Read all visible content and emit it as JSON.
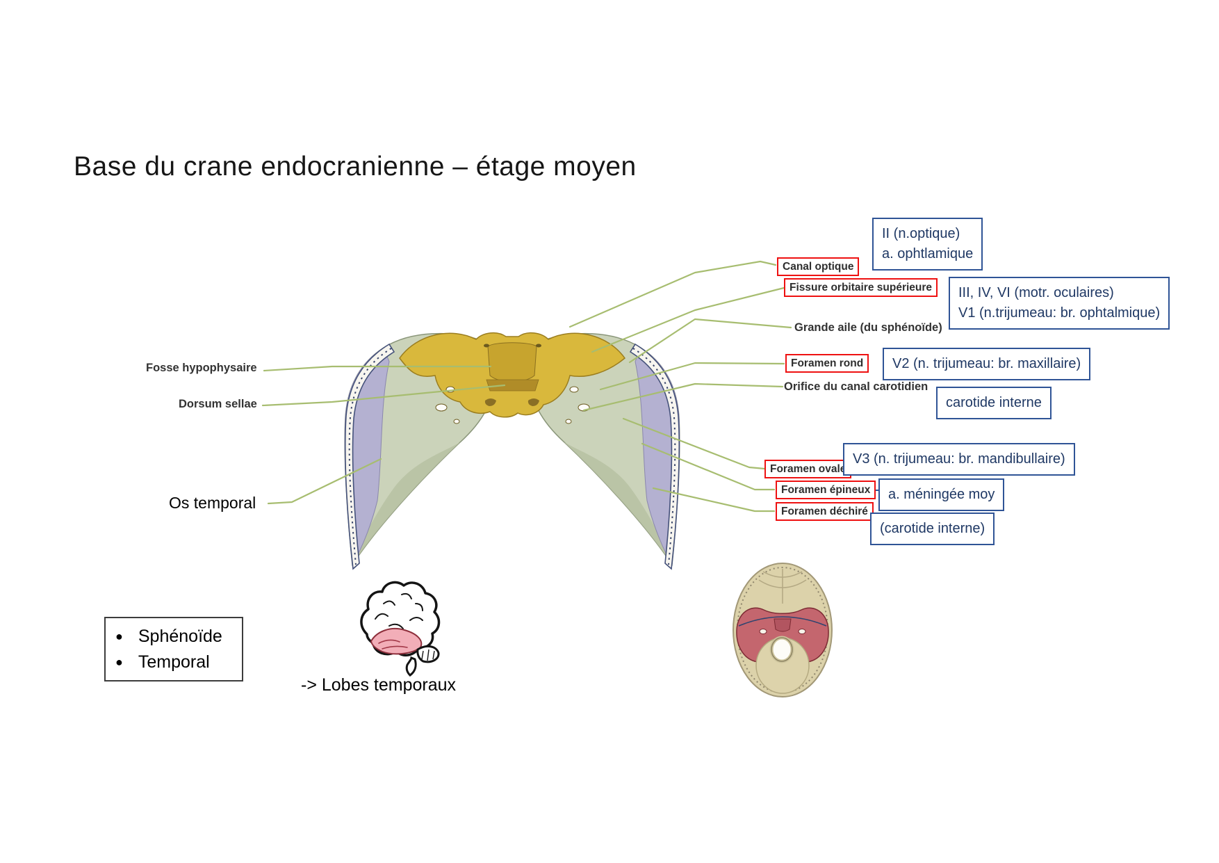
{
  "title": "Base du crane endocranienne – étage moyen",
  "left_labels": {
    "fosse_hypophysaire": "Fosse hypophysaire",
    "dorsum_sellae": "Dorsum sellae",
    "os_temporal": "Os temporal"
  },
  "figure_labels": {
    "canal_optique": "Canal optique",
    "fissure_orbitaire": "Fissure orbitaire supérieure",
    "grande_aile": "Grande aile (du sphénoïde)",
    "foramen_rond": "Foramen rond",
    "orifice_carotidien": "Orifice du canal carotidien",
    "foramen_ovale": "Foramen ovale",
    "foramen_epineux": "Foramen épineux",
    "foramen_dechire": "Foramen déchiré"
  },
  "annotations": {
    "optique_l1": "II (n.optique)",
    "optique_l2": "a. ophtlamique",
    "fissure_l1": "III, IV, VI (motr. oculaires)",
    "fissure_l2": "V1 (n.trijumeau: br. ophtalmique)",
    "v2": "V2 (n. trijumeau: br. maxillaire)",
    "carotide": "carotide interne",
    "v3": "V3 (n. trijumeau: br. mandibullaire)",
    "meningee": "a. méningée moy",
    "carotide2": "(carotide interne)"
  },
  "bones": {
    "items": [
      "Sphénoïde",
      "Temporal"
    ]
  },
  "brain_note": "-> Lobes temporaux",
  "colors": {
    "annotation_border": "#2f5496",
    "annotation_text": "#1f3864",
    "label_box_border": "#ee1111",
    "leader_line": "#a7bd70",
    "sphenoid_yellow": "#d9b83c",
    "wing_green": "#cbd3ba",
    "temporal_lavender": "#b4b1d1",
    "fossa_red": "#c4666e"
  }
}
